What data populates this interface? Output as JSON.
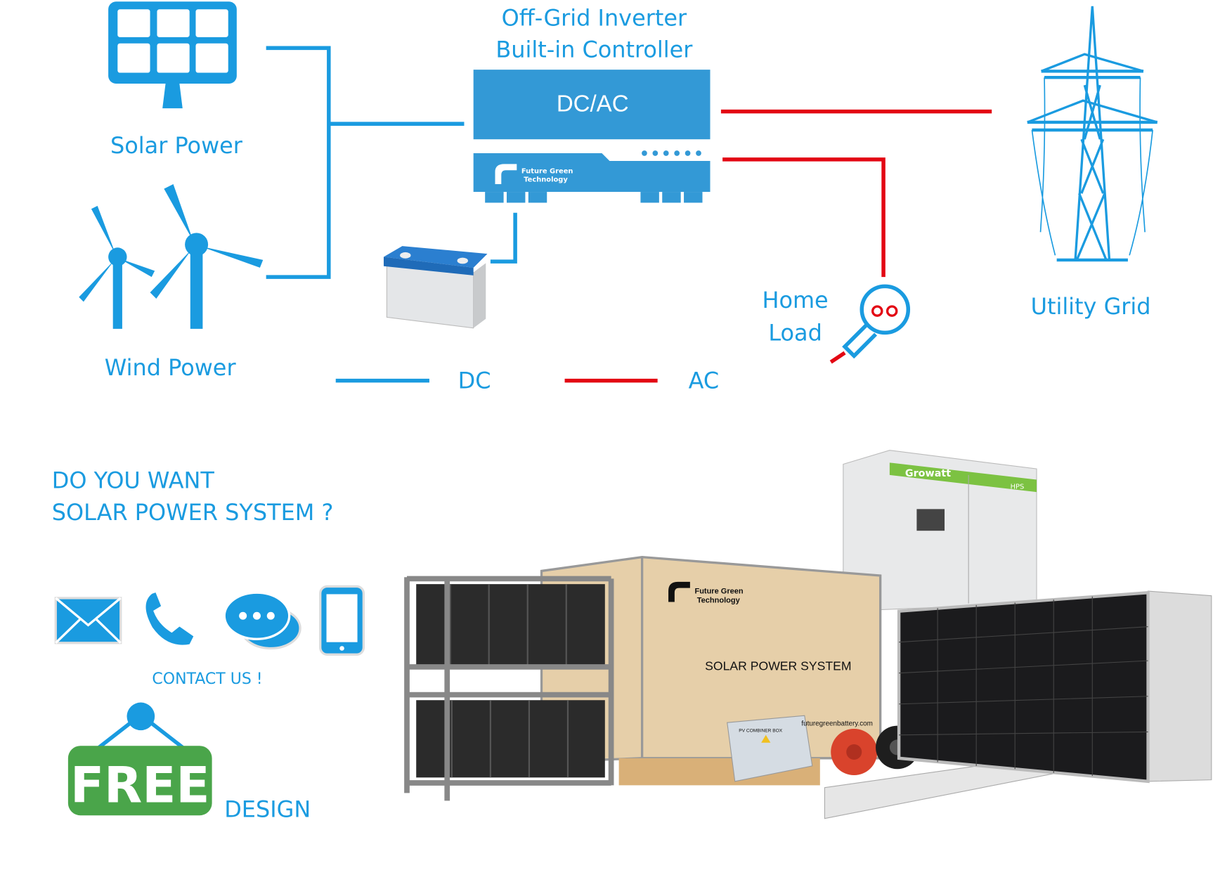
{
  "colors": {
    "dc_line": "#1a9be0",
    "ac_line": "#e30613",
    "inverter": "#3399d6",
    "free_badge": "#4aa54a"
  },
  "diagram": {
    "inverter_title_line1": "Off-Grid Inverter",
    "inverter_title_line2": "Built-in Controller",
    "inverter_label": "DC/AC",
    "brand_line1": "Future Green",
    "brand_line2": "Technology",
    "solar_label": "Solar Power",
    "wind_label": "Wind Power",
    "home_load_line1": "Home",
    "home_load_line2": "Load",
    "grid_label": "Utility Grid",
    "legend": {
      "dc": "DC",
      "ac": "AC"
    }
  },
  "promo": {
    "question_line1": "DO YOU WANT",
    "question_line2": "SOLAR POWER SYSTEM ?",
    "contact_label": "CONTACT US !",
    "contact_icons": [
      "mail-icon",
      "phone-icon",
      "chat-icon",
      "mobile-icon"
    ],
    "free_badge": "FREE",
    "design_label": "DESIGN"
  },
  "product": {
    "box_brand_line1": "Future Green",
    "box_brand_line2": "Technology",
    "box_title": "SOLAR POWER SYSTEM",
    "box_url": "futuregreenbattery.com",
    "cabinet_brand": "Growatt",
    "cabinet_model": "HPS",
    "combiner_label": "PV COMBINER BOX"
  }
}
